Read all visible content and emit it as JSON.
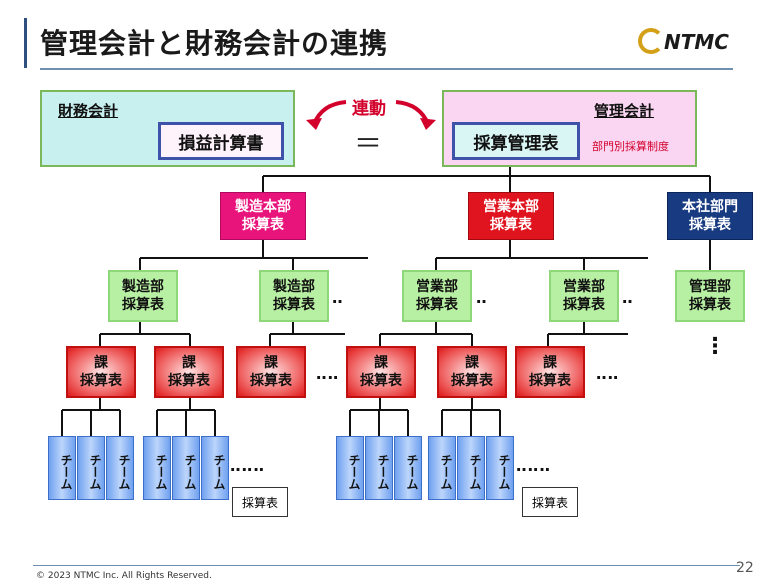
{
  "title": "管理会計と財務会計の連携",
  "logo_text": "NTMC",
  "financial": {
    "label": "財務会計",
    "statement": "損益計算書"
  },
  "management": {
    "label": "管理会計",
    "statement": "採算管理表",
    "note": "部門別採算制度"
  },
  "link": {
    "label": "連動",
    "equal": "＝"
  },
  "divisions": [
    {
      "line1": "製造本部",
      "line2": "採算表"
    },
    {
      "line1": "営業本部",
      "line2": "採算表"
    },
    {
      "line1": "本社部門",
      "line2": "採算表"
    }
  ],
  "departments": [
    {
      "line1": "製造部",
      "line2": "採算表"
    },
    {
      "line1": "製造部",
      "line2": "採算表"
    },
    {
      "line1": "営業部",
      "line2": "採算表"
    },
    {
      "line1": "営業部",
      "line2": "採算表"
    },
    {
      "line1": "管理部",
      "line2": "採算表"
    }
  ],
  "sections": [
    {
      "line1": "課",
      "line2": "採算表"
    },
    {
      "line1": "課",
      "line2": "採算表"
    },
    {
      "line1": "課",
      "line2": "採算表"
    },
    {
      "line1": "課",
      "line2": "採算表"
    },
    {
      "line1": "課",
      "line2": "採算表"
    },
    {
      "line1": "課",
      "line2": "採算表"
    }
  ],
  "team_label": "チーム",
  "ellipsis_short": "‥",
  "ellipsis_long": "‥‥",
  "ellipsis_team": "‥‥‥",
  "vertical_dots": "⋮",
  "doc_label": "採算表",
  "footer": "© 2023 NTMC Inc. All Rights Reserved.",
  "page_number": "22"
}
